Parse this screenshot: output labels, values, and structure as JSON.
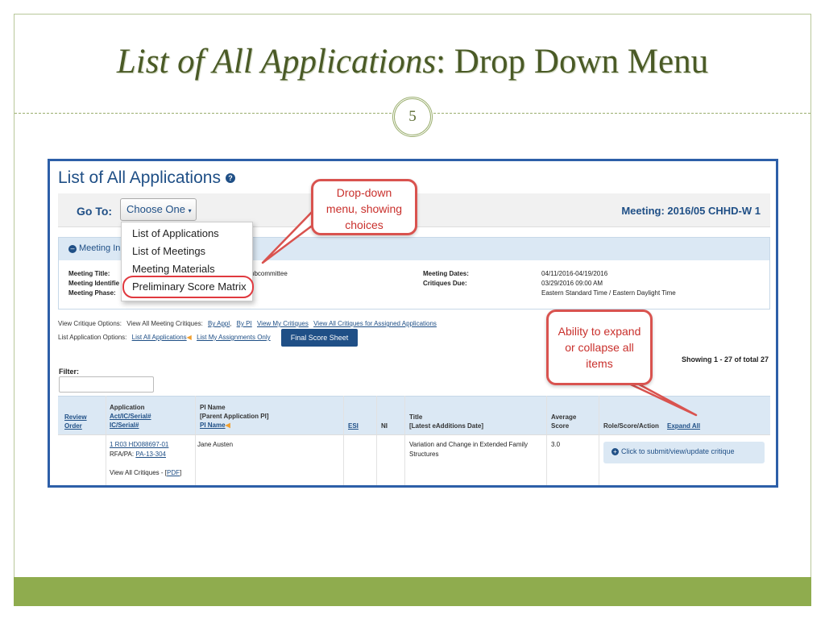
{
  "slide": {
    "title_italic": "List of All Applications",
    "title_rest": ": Drop Down Menu",
    "page_number": "5"
  },
  "app": {
    "title": "List of All Applications",
    "help_icon": "question-circle-icon",
    "goto_label": "Go To:",
    "choose_button": "Choose One",
    "meeting": "Meeting: 2016/05 CHHD-W 1",
    "dropdown_items": [
      "List of Applications",
      "List of Meetings",
      "Meeting Materials",
      "Preliminary Score Matrix"
    ],
    "info_panel": {
      "header": "Meeting In",
      "rows": [
        {
          "label": "Meeting Title:",
          "value": "ubcommittee"
        },
        {
          "label": "Meeting Identifie",
          "value": ""
        },
        {
          "label": "Meeting Phase:",
          "value": ""
        }
      ],
      "dates_label": "Meeting Dates:",
      "dates_value": "04/11/2016-04/19/2016",
      "critiques_label": "Critiques Due:",
      "critiques_value": "03/29/2016 09:00 AM",
      "timezone": "Eastern Standard Time / Eastern Daylight Time"
    },
    "critique_options": {
      "label": "View Critique Options:",
      "sub_label": "View All Meeting Critiques:",
      "links": [
        "By Appl",
        "By PI",
        "View My Critiques",
        "View All Critiques for Assigned Applications"
      ]
    },
    "application_options": {
      "label": "List Application Options:",
      "links": [
        "List All Applications",
        "List My Assignments Only"
      ]
    },
    "final_score_button": "Final Score Sheet",
    "showing": "Showing 1 - 27 of total 27",
    "filter_label": "Filter:",
    "table": {
      "headers": {
        "review_order": [
          "Review",
          "Order"
        ],
        "application": [
          "Application",
          "Act/IC/Serial#",
          "IC/Serial#"
        ],
        "pi_name": [
          "PI Name",
          "[Parent Application PI]",
          "PI Name"
        ],
        "esi": "ESI",
        "ni": "NI",
        "title": [
          "Title",
          "[Latest eAdditions Date]"
        ],
        "average_score": [
          "Average",
          "Score"
        ],
        "role": "Role/Score/Action",
        "expand_all": "Expand All"
      },
      "rows": [
        {
          "app_number": "1 R03 HD088697-01",
          "rfa_label": "RFA/PA:",
          "rfa_value": "PA-13-304",
          "view_critiques": "View All Critiques - [",
          "pdf": "PDF",
          "view_critiques_end": "]",
          "pi": "Jane Austen",
          "title_line1": "Variation and Change in Extended Family",
          "title_line2": "Structures",
          "score": "3.0",
          "action": "Click to submit/view/update critique"
        }
      ]
    }
  },
  "callouts": {
    "dropdown_note": [
      "Drop-down",
      "menu, showing",
      "choices"
    ],
    "expand_note": [
      "Ability to expand",
      "or collapse all",
      "items"
    ]
  },
  "colors": {
    "title": "#4a5a26",
    "accent_bar": "#8fac4e",
    "app_blue": "#1f4f86",
    "callout_red": "#d9534f"
  }
}
